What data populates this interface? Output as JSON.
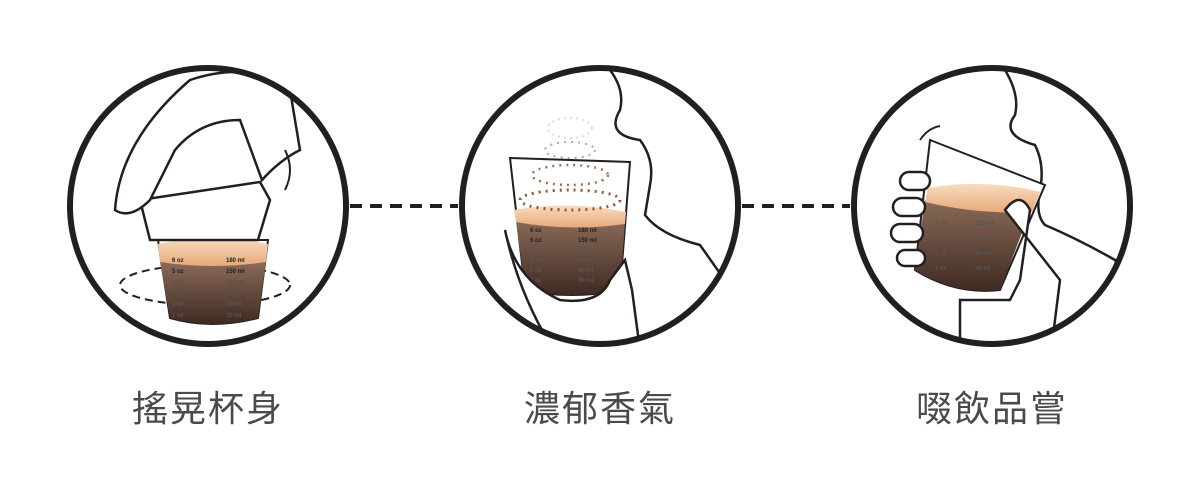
{
  "steps": [
    {
      "label": "搖晃杯身",
      "icon": "swirl-cup-hand"
    },
    {
      "label": "濃郁香氣",
      "icon": "smell-aroma-face"
    },
    {
      "label": "啜飲品嘗",
      "icon": "sip-cup-face"
    }
  ],
  "cup_scale": {
    "oz": [
      "6 oz",
      "5 oz",
      "4 oz",
      "3 oz",
      "2 oz",
      "1 oz"
    ],
    "ml": [
      "180 ml",
      "150 ml",
      "120 ml",
      "90 ml",
      "60 ml",
      "30 ml"
    ]
  },
  "colors": {
    "ring": "#231f20",
    "coffee": "#5a4034",
    "crema": "#f3c9a0",
    "text": "#4a4a4a"
  }
}
